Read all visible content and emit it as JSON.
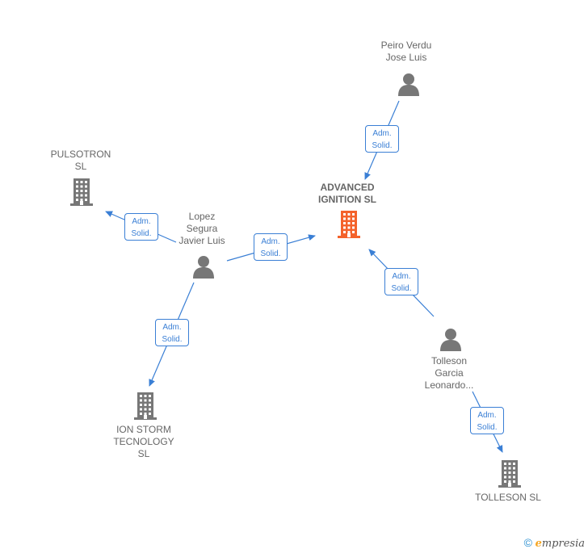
{
  "colors": {
    "link": "#3a7fd5",
    "person": "#777777",
    "company": "#777777",
    "main_company": "#f4622b"
  },
  "nodes": [
    {
      "id": "peiro",
      "type": "person",
      "lines": [
        "Peiro Verdu",
        "Jose Luis"
      ]
    },
    {
      "id": "advanced",
      "type": "main-company",
      "lines": [
        "ADVANCED",
        "IGNITION  SL"
      ]
    },
    {
      "id": "pulsotron",
      "type": "company",
      "lines": [
        "PULSOTRON",
        "SL"
      ]
    },
    {
      "id": "lopez",
      "type": "person",
      "lines": [
        "Lopez",
        "Segura",
        "Javier Luis"
      ]
    },
    {
      "id": "ionstorm",
      "type": "company",
      "lines": [
        "ION STORM",
        "TECNOLOGY",
        "SL"
      ]
    },
    {
      "id": "tolleson_p",
      "type": "person",
      "lines": [
        "Tolleson",
        "Garcia",
        "Leonardo..."
      ]
    },
    {
      "id": "tolleson_sl",
      "type": "company",
      "lines": [
        "TOLLESON  SL"
      ]
    }
  ],
  "edges": [
    {
      "from": "peiro",
      "to": "advanced",
      "role": [
        "Adm.",
        "Solid."
      ]
    },
    {
      "from": "lopez",
      "to": "pulsotron",
      "role": [
        "Adm.",
        "Solid."
      ]
    },
    {
      "from": "lopez",
      "to": "advanced",
      "role": [
        "Adm.",
        "Solid."
      ]
    },
    {
      "from": "lopez",
      "to": "ionstorm",
      "role": [
        "Adm.",
        "Solid."
      ]
    },
    {
      "from": "tolleson_p",
      "to": "advanced",
      "role": [
        "Adm.",
        "Solid."
      ]
    },
    {
      "from": "tolleson_p",
      "to": "tolleson_sl",
      "role": [
        "Adm.",
        "Solid."
      ]
    }
  ],
  "footer": {
    "copyright": "©",
    "brand_initial": "e",
    "brand_rest": "mpresia"
  }
}
